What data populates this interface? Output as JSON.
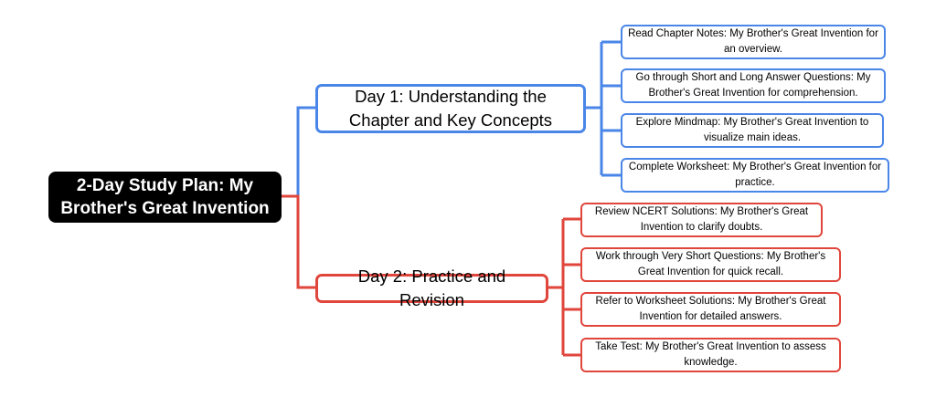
{
  "colors": {
    "day1": "#4a86e8",
    "day2": "#e0463c",
    "root_bg": "#000000"
  },
  "root": {
    "label": "2-Day Study Plan: My Brother's Great Invention"
  },
  "days": [
    {
      "label": "Day 1: Understanding the Chapter and Key Concepts",
      "tasks": [
        "Read Chapter Notes: My Brother's Great Invention for an overview.",
        "Go through Short and Long Answer Questions: My Brother's Great Invention for comprehension.",
        "Explore Mindmap: My Brother's Great Invention to visualize main ideas.",
        "Complete Worksheet: My Brother's Great Invention for practice."
      ]
    },
    {
      "label": "Day 2: Practice and Revision",
      "tasks": [
        "Review NCERT Solutions: My Brother's Great Invention to clarify doubts.",
        "Work through Very Short Questions: My Brother's Great Invention for quick recall.",
        "Refer to Worksheet Solutions: My Brother's Great Invention for detailed answers.",
        "Take Test: My Brother's Great Invention to assess knowledge."
      ]
    }
  ]
}
